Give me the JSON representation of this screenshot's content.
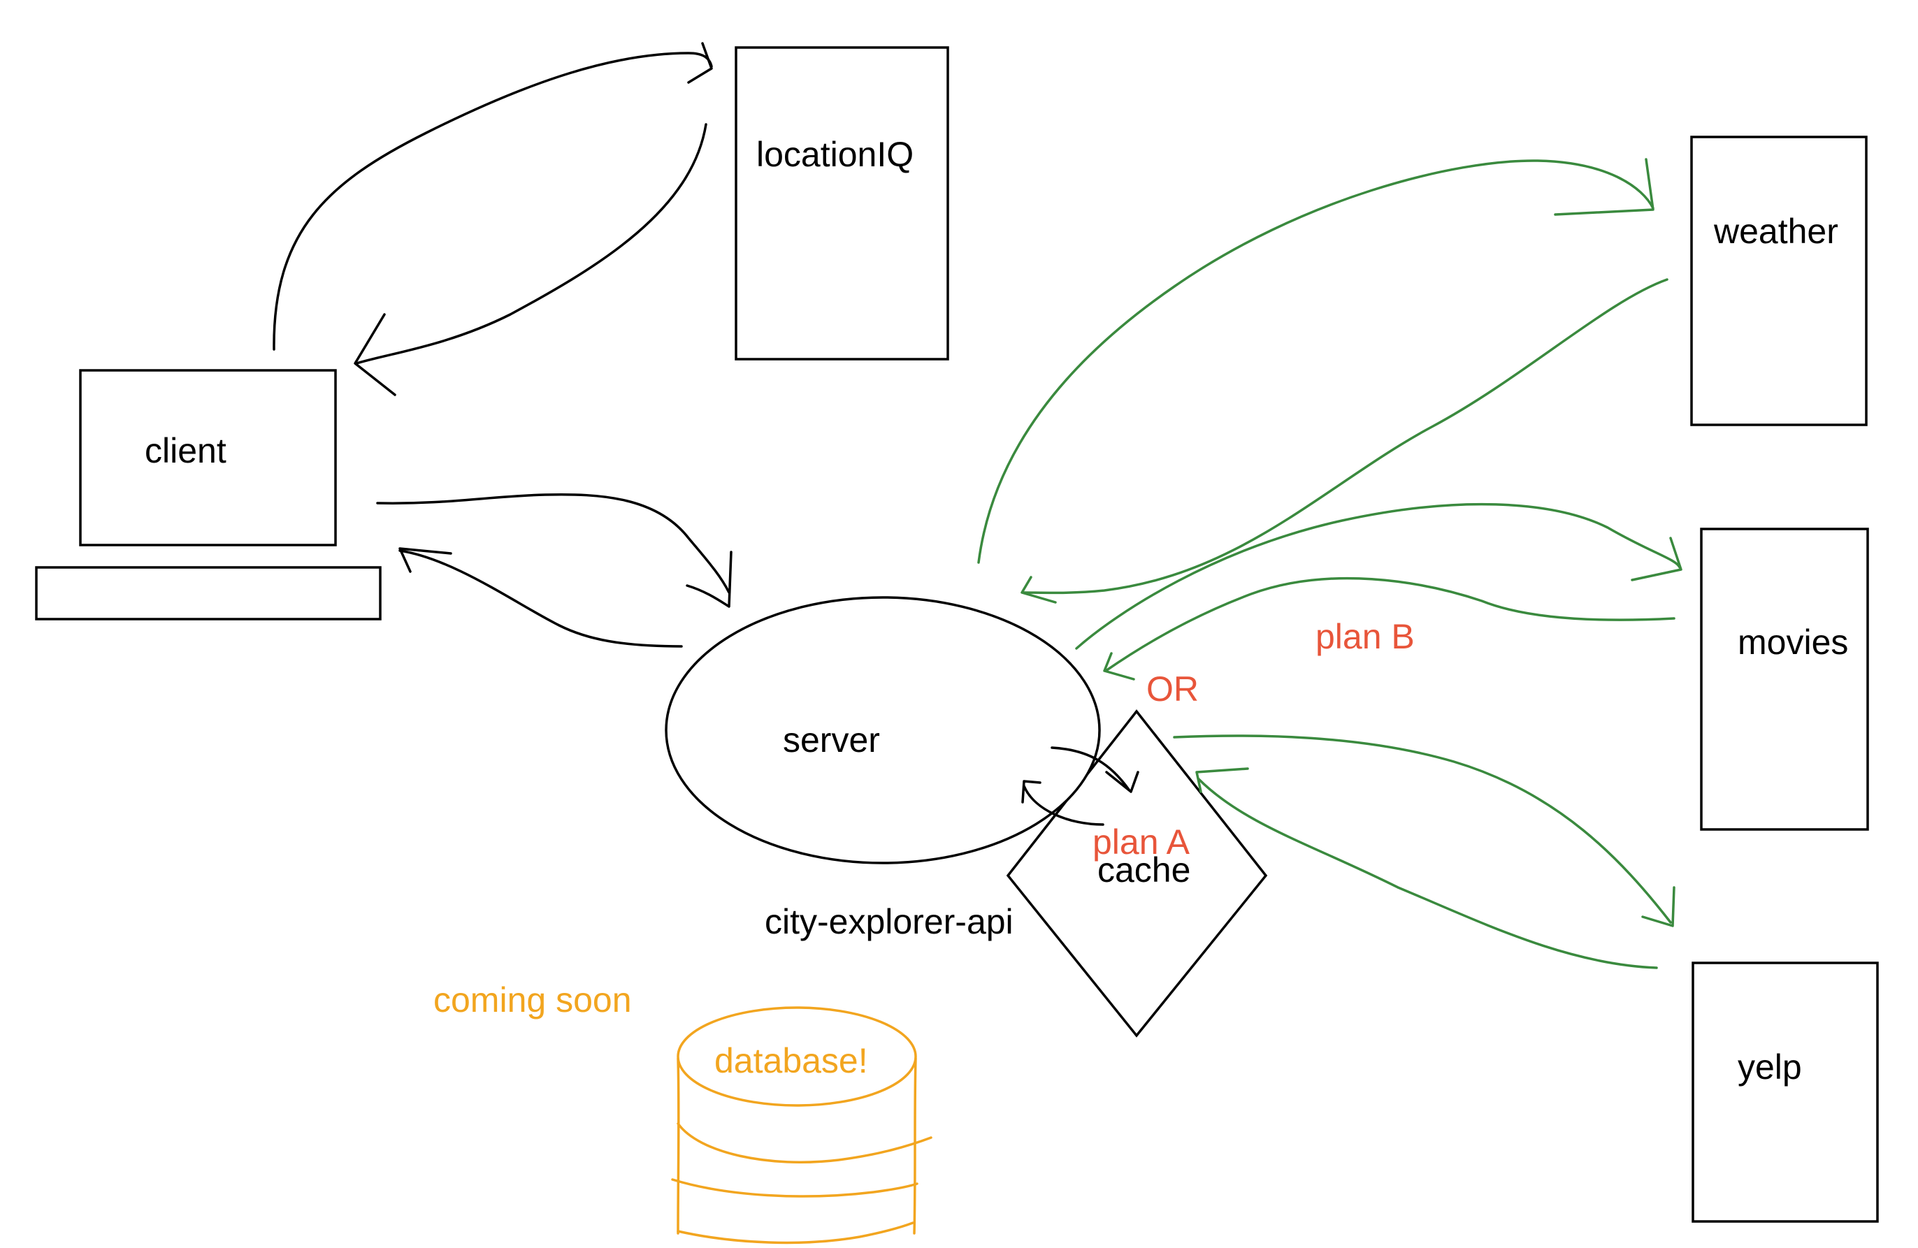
{
  "nodes": {
    "client": "client",
    "locationiq": "locationIQ",
    "weather": "weather",
    "movies": "movies",
    "yelp": "yelp",
    "server": "server",
    "server_caption": "city-explorer-api",
    "cache": "cache",
    "database": "database!"
  },
  "annotations": {
    "plan_a": "plan A",
    "plan_b": "plan B",
    "or": "OR",
    "coming_soon": "coming soon"
  },
  "colors": {
    "ink": "#000000",
    "arrows_external": "#3A8A3E",
    "annotation_red": "#E8553A",
    "database_orange": "#F2A51F"
  }
}
